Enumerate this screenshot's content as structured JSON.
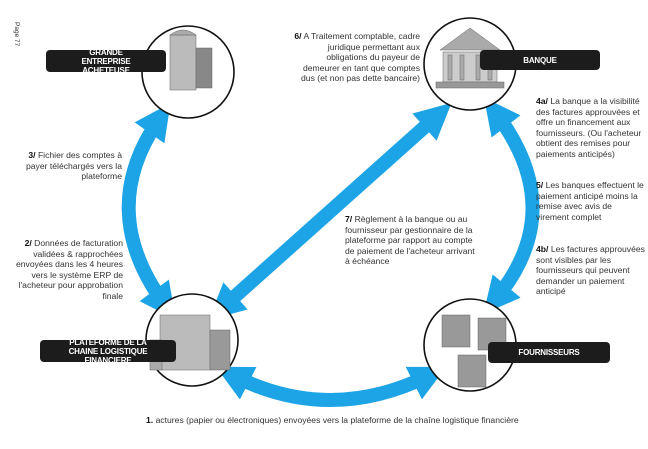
{
  "page_label": "Page 77",
  "colors": {
    "arrow": "#1ca4e6",
    "label_bg": "#1c1c1c"
  },
  "nodes": {
    "buyer": "GRANDE ENTREPRISE ACHETEUSE",
    "bank": "BANQUE",
    "platform": "PLATEFORME DE LA CHAINE LOGISTIQUE FINANCIERE",
    "suppliers": "FOURNISSEURS"
  },
  "steps": {
    "s1": {
      "num": "1.",
      "text": "actures (papier ou électroniques) envoyées vers la plateforme de la chaîne logistique financière"
    },
    "s2": {
      "num": "2/",
      "text": "Données de facturation validées & rapprochées envoyées dans les 4 heures vers le système ERP de l'acheteur pour approbation finale"
    },
    "s3": {
      "num": "3/",
      "text": "Fichier des comptes à payer téléchargés vers la plateforme"
    },
    "s4a": {
      "num": "4a/",
      "text": "La banque a la visibilité des factures approuvées et offre un financement aux fournisseurs. (Ou l'acheteur obtient des remises pour paiements anticipés)"
    },
    "s4b": {
      "num": "4b/",
      "text": "Les factures approuvées sont visibles par les fournisseurs qui peuvent demander un paiement anticipé"
    },
    "s5": {
      "num": "5/",
      "text": "Les banques effectuent le paiement anticipé moins la remise avec avis de virement complet"
    },
    "s6": {
      "num": "6/",
      "text": "A Traitement comptable, cadre juridique permettant aux obligations du payeur de demeurer en tant que comptes dus (et non pas dette bancaire)"
    },
    "s7": {
      "num": "7/",
      "text": "Règlement à la banque ou au fournisseur par gestionnaire de la plateforme par rapport au compte de paiement de l'acheteur arrivant à échéance"
    }
  }
}
